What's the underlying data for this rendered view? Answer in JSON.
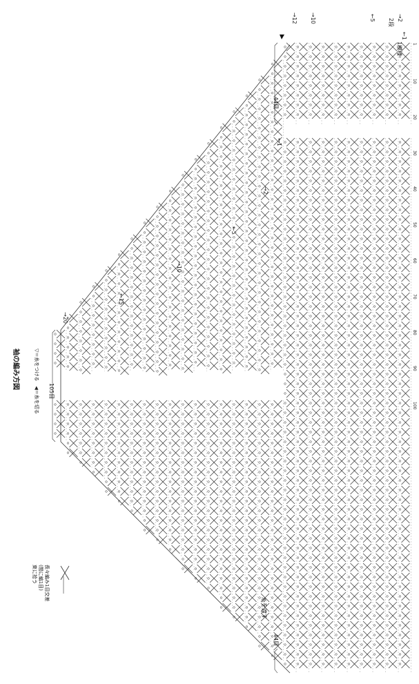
{
  "diagram": {
    "title": "袖の編み方図",
    "legend_ends": "▽＝糸をつける　◀＝糸を切る",
    "symbol_note": {
      "line1": "長々編み1目交差",
      "line2": "(間に編1目)",
      "line3": "束に拾う"
    },
    "labels": {
      "stitches_105": "105目",
      "stitches_44_top": "44目",
      "stitches_44_bottom": "44目",
      "pass_yarn": "糸を渡す"
    },
    "arrows": {
      "r20": "→20",
      "r15": "←15",
      "r10_mid": "→10",
      "r5": "←5",
      "r2_mid": "→2",
      "r1_mid": "←1",
      "r12": "→12",
      "r10_top": "→10",
      "r5_top": "←5",
      "r2_top": "→2",
      "r1_top": "←1"
    },
    "row_legend": {
      "rows": "2段",
      "pattern": "1模様"
    },
    "row_numbers": [
      "1",
      "10",
      "20",
      "30",
      "40",
      "50",
      "60",
      "70",
      "80",
      "90",
      "100"
    ]
  }
}
